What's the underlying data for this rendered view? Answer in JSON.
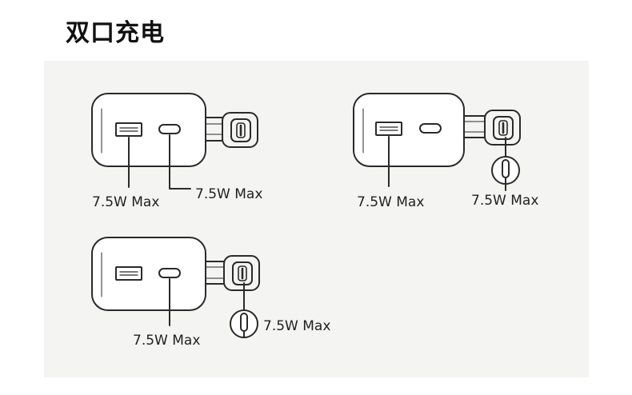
{
  "title": "双口充电",
  "colors": {
    "panel": "#f4f4f2",
    "stroke": "#2a2a2a",
    "text": "#222222"
  },
  "diagrams": [
    {
      "name": "usb-a-and-usb-c-ports",
      "labels": [
        "7.5W Max",
        "7.5W Max"
      ]
    },
    {
      "name": "usb-a-and-built-in-cable",
      "labels": [
        "7.5W Max",
        "7.5W Max"
      ]
    },
    {
      "name": "usb-c-and-built-in-cable",
      "labels": [
        "7.5W Max",
        "7.5W Max"
      ]
    }
  ]
}
